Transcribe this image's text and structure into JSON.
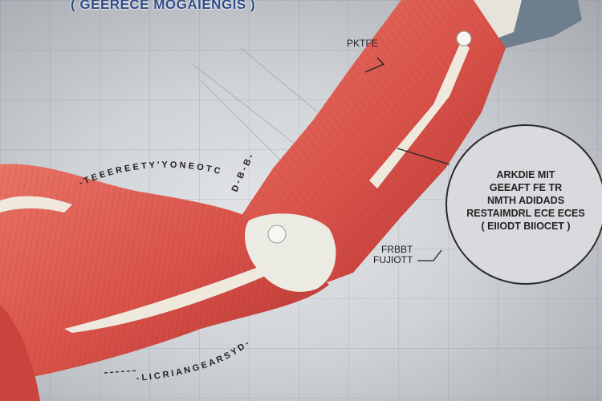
{
  "title": "( GEERECE MOGAIENGIS )",
  "labels": {
    "top_right": "PKTFE",
    "elbow_right": [
      "FRBBT",
      "FUJIOTT"
    ],
    "upper_curve": "- T E E E R E E T Y ' Y O N E   O T C",
    "forearm_curve": "D - B - B -",
    "bottom_curve": "- L I C R I A N G E A R S Y D -"
  },
  "callout": {
    "lines": [
      "ARKDIE  MIT",
      "GEEAFT FE TR",
      "NMTH ADIDADS",
      "RESTAIMDRL ECE ECES",
      "( EIIODT BIIOCET )"
    ]
  },
  "colors": {
    "muscle": "#d9534a",
    "muscle_dark": "#a82a28",
    "title": "#2f4a86",
    "background": "#cfd2d6"
  }
}
